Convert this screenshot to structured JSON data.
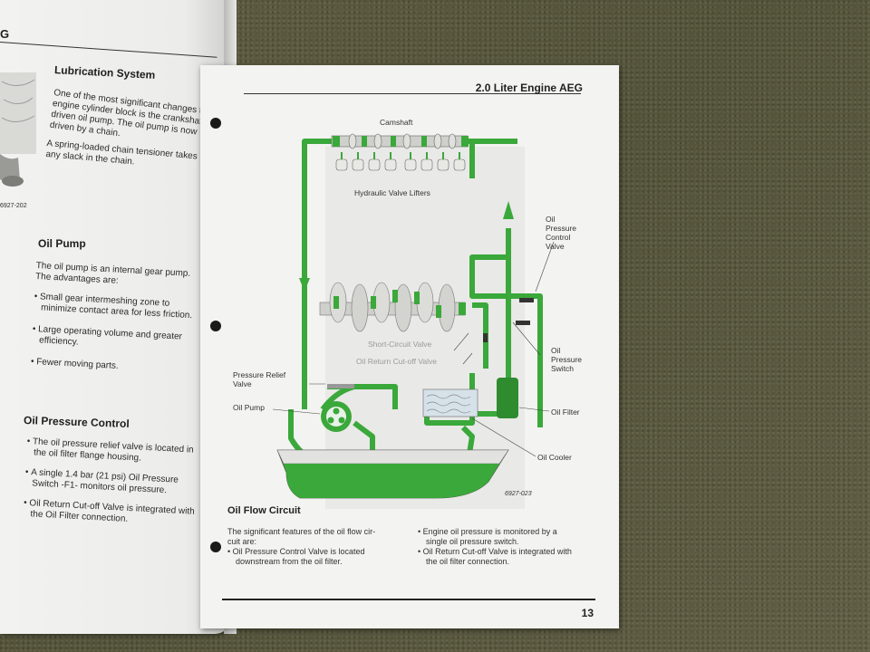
{
  "left_page": {
    "header_fragment": "G",
    "figure_code": "6927-202",
    "lubrication": {
      "heading": "Lubrication System",
      "lines": [
        "One of the most significant changes to the",
        "engine cylinder block is the crankshaft",
        "driven oil pump. The oil pump is now",
        "driven by a chain."
      ],
      "tensioner": [
        "A spring-loaded chain tensioner takes up",
        "any slack in the chain."
      ]
    },
    "oil_pump": {
      "heading": "Oil Pump",
      "intro": [
        "The oil pump is an internal gear pump.",
        "The advantages are:"
      ],
      "bullets": [
        [
          "Small gear intermeshing zone to",
          "minimize contact area for less friction."
        ],
        [
          "Large operating volume and greater",
          "efficiency."
        ],
        [
          "Fewer moving parts."
        ]
      ]
    },
    "oil_pressure_control": {
      "heading": "Oil Pressure Control",
      "bullets": [
        [
          "The oil pressure relief valve is located in",
          "the oil filter flange housing."
        ],
        [
          "A single 1.4 bar (21 psi) Oil Pressure",
          "Switch -F1- monitors oil pressure."
        ],
        [
          "Oil Return Cut-off Valve is integrated with",
          "the Oil Filter connection."
        ]
      ]
    }
  },
  "right_page": {
    "header": "2.0 Liter Engine AEG",
    "page_number": "13",
    "figure_code": "6927-023",
    "labels": {
      "camshaft": "Camshaft",
      "lifters": "Hydraulic Valve Lifters",
      "control_valve": [
        "Oil",
        "Pressure",
        "Control",
        "Valve"
      ],
      "short_circuit": "Short-Circuit Valve",
      "return_cutoff": "Oil Return Cut-off Valve",
      "pressure_switch": [
        "Oil",
        "Pressure",
        "Switch"
      ],
      "relief_valve": [
        "Pressure Relief",
        "Valve"
      ],
      "oil_pump": "Oil Pump",
      "oil_filter": "Oil Filter",
      "oil_cooler": "Oil Cooler"
    },
    "section_heading": "Oil Flow Circuit",
    "col1": [
      "The significant features of the oil flow cir-",
      "cuit are:"
    ],
    "col1_bullet": [
      "Oil Pressure Control Valve is located",
      "downstream from the oil filter."
    ],
    "col2_bullets": [
      [
        "Engine oil pressure is monitored by a",
        "single oil pressure switch."
      ],
      [
        "Oil Return Cut-off Valve is integrated with",
        "the oil filter connection."
      ]
    ]
  },
  "colors": {
    "oil_green": "#3aa83a",
    "dark_green": "#2a7f2a",
    "page": "#f3f3f1"
  }
}
